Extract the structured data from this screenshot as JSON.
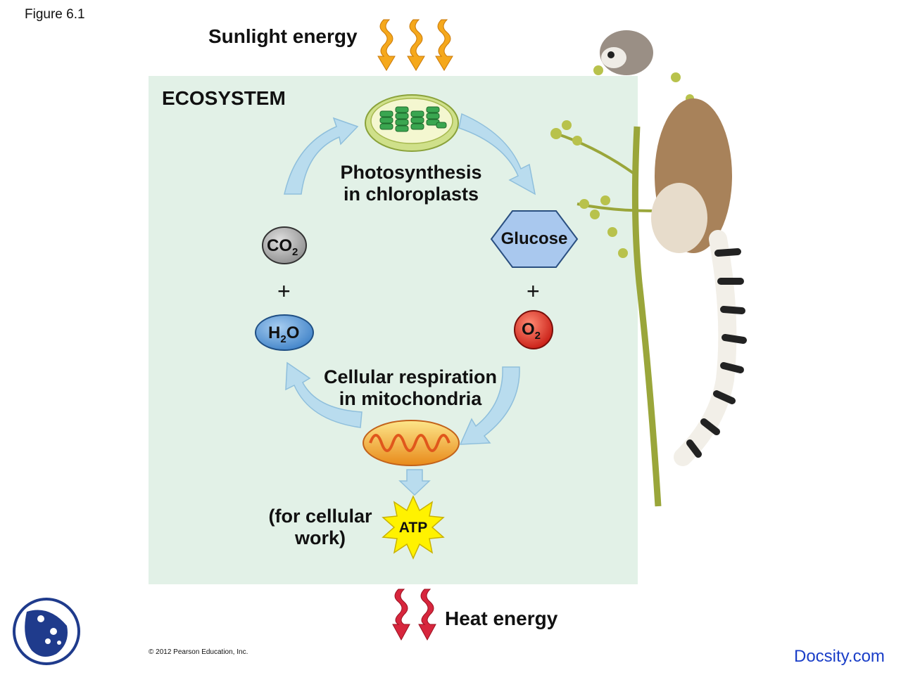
{
  "figure_label": "Figure 6.1",
  "sunlight_label": "Sunlight energy",
  "ecosystem_label": "ECOSYSTEM",
  "photosynthesis_line1": "Photosynthesis",
  "photosynthesis_line2": "in chloroplasts",
  "respiration_line1": "Cellular respiration",
  "respiration_line2": "in mitochondria",
  "molecules": {
    "co2": {
      "base": "CO",
      "sub": "2"
    },
    "h2o": {
      "pre": "H",
      "sub": "2",
      "post": "O"
    },
    "glucose": "Glucose",
    "o2": {
      "base": "O",
      "sub": "2"
    }
  },
  "plus_sign": "+",
  "atp_label": "ATP",
  "atp_note_line1": "(for cellular",
  "atp_note_line2": "work)",
  "heat_label": "Heat energy",
  "copyright": "© 2012 Pearson Education, Inc.",
  "watermark": "Docsity.com",
  "colors": {
    "ecosystem_bg": "#e2f1e7",
    "cycle_arrow": "#b9dcee",
    "sun_arrow": "#f5a81c",
    "heat_arrow": "#d7263d",
    "co2": "#a9a9a9",
    "h2o": "#5e9fd8",
    "glucose": "#a9c8ee",
    "o2": "#e0271f",
    "atp_star": "#fff200",
    "watermark": "#1a3ec8"
  }
}
